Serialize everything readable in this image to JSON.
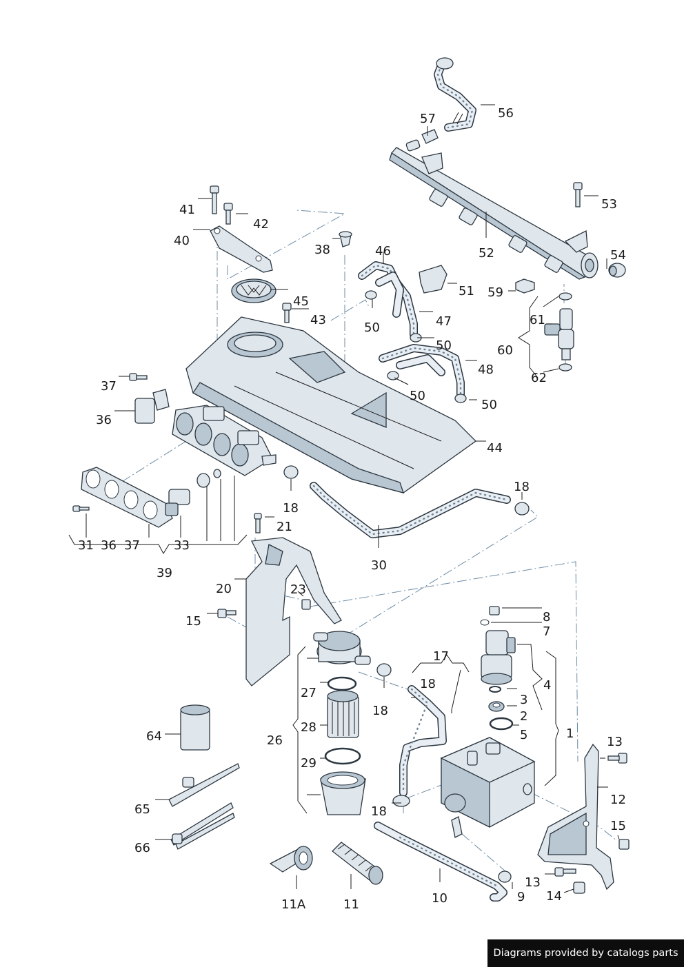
{
  "labels": {
    "p1": "1",
    "p2": "2",
    "p3": "3",
    "p4": "4",
    "p5": "5",
    "p7": "7",
    "p8": "8",
    "p9": "9",
    "p10": "10",
    "p11": "11",
    "p11a": "11A",
    "p12": "12",
    "p13a": "13",
    "p13b": "13",
    "p14": "14",
    "p15a": "15",
    "p15b": "15",
    "p17": "17",
    "p18a": "18",
    "p18b": "18",
    "p18c": "18",
    "p18d": "18",
    "p18e": "18",
    "p20": "20",
    "p21": "21",
    "p23": "23",
    "p26": "26",
    "p27": "27",
    "p28": "28",
    "p29": "29",
    "p30": "30",
    "p31": "31",
    "p33": "33",
    "p36a": "36",
    "p36b": "36",
    "p37a": "37",
    "p37b": "37",
    "p38": "38",
    "p39": "39",
    "p40": "40",
    "p41": "41",
    "p42": "42",
    "p43": "43",
    "p44": "44",
    "p45": "45",
    "p46": "46",
    "p47": "47",
    "p48": "48",
    "p50a": "50",
    "p50b": "50",
    "p50c": "50",
    "p50d": "50",
    "p51": "51",
    "p52": "52",
    "p53": "53",
    "p54": "54",
    "p56": "56",
    "p57": "57",
    "p59": "59",
    "p60": "60",
    "p61": "61",
    "p62": "62",
    "p64": "64",
    "p65": "65",
    "p66": "66"
  },
  "footer": {
    "text": "Diagrams provided by catalogs parts"
  },
  "colors": {
    "line": "#2b3640",
    "part_fill": "#dfe6ec",
    "part_shade": "#b9c7d2",
    "guide": "#6b8ba4",
    "footer_bg": "#0d0d0d"
  }
}
